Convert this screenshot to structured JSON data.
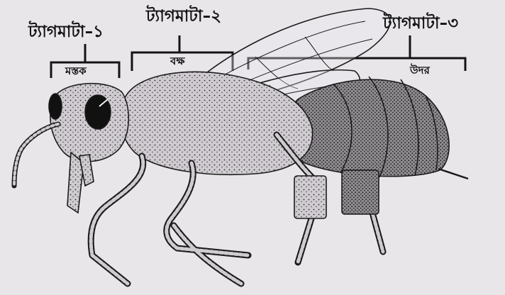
{
  "tagmata": [
    {
      "title": "ট্যাগমাটা–১",
      "part": "মস্তক"
    },
    {
      "title": "ট্যাগমাটা–২",
      "part": "বক্ষ"
    },
    {
      "title": "ট্যাগমাটা–৩",
      "part": "উদর"
    }
  ],
  "colors": {
    "paper": "#e9e6ea",
    "ink": "#141414",
    "body_fill": "#cfcbd0",
    "eye": "#111111"
  },
  "subject": "insect-body-tagmata"
}
